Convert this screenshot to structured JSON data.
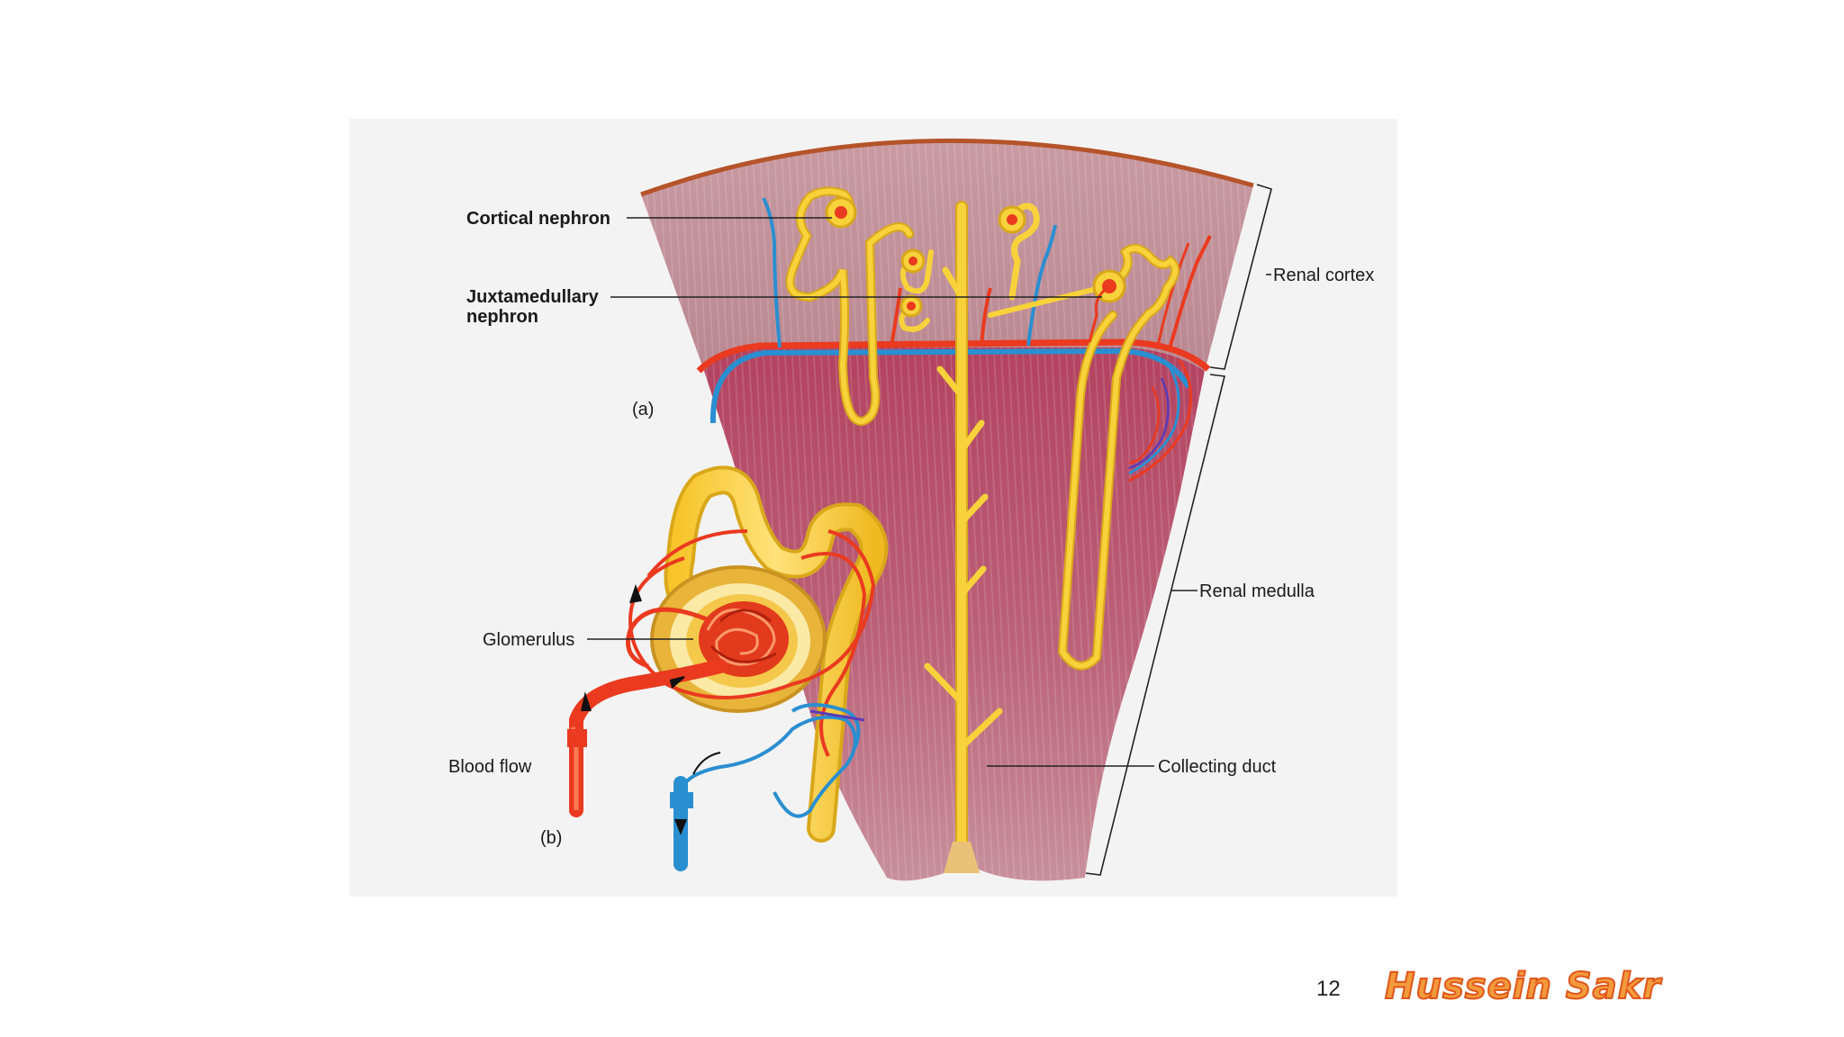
{
  "diagram": {
    "labels": {
      "cortical_nephron": "Cortical nephron",
      "juxtamedullary_nephron_line1": "Juxtamedullary",
      "juxtamedullary_nephron_line2": "nephron",
      "part_a": "(a)",
      "renal_cortex": "Renal cortex",
      "renal_medulla": "Renal medulla",
      "glomerulus": "Glomerulus",
      "blood_flow": "Blood flow",
      "part_b": "(b)",
      "collecting_duct": "Collecting duct"
    },
    "colors": {
      "cortex": "#bd8b93",
      "medulla_top": "#b54964",
      "medulla_bottom": "#c2808c",
      "capsule": "#b5542a",
      "tubule": "#f8d23a",
      "tubule_outline": "#d9a81a",
      "artery": "#ea3a1f",
      "vein": "#2a8fd0"
    }
  },
  "footer": {
    "page_number": "12",
    "watermark": "Hussein Sakr"
  }
}
